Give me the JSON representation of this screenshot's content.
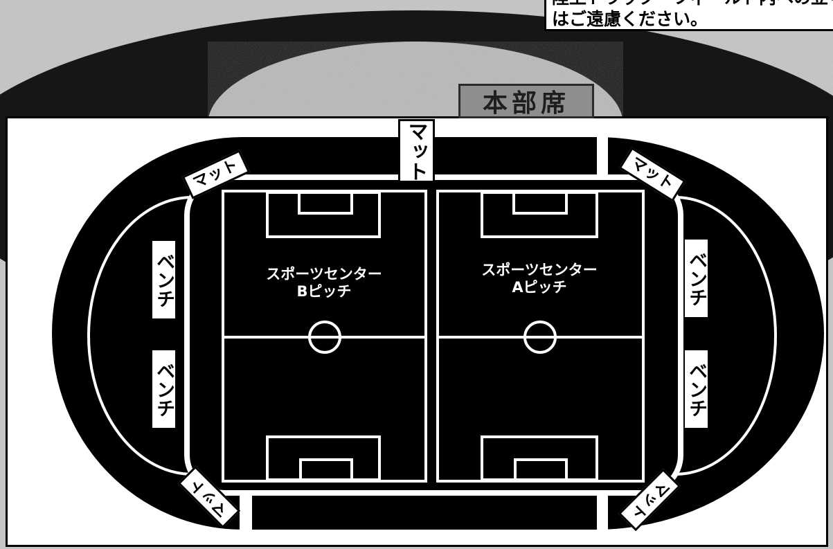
{
  "notice": {
    "line1": "陸上トラック・フィールド内への立ち",
    "line2": "はご遠慮ください。"
  },
  "hq": {
    "label": "本部席"
  },
  "mats": {
    "top": "マット",
    "top_left": "マット",
    "top_right": "マット",
    "bottom_left": "マット",
    "bottom_right": "マット"
  },
  "benches": {
    "left_upper": "ベンチ",
    "left_lower": "ベンチ",
    "right_upper": "ベンチ",
    "right_lower": "ベンチ"
  },
  "pitches": [
    {
      "name": "スポーツセンター",
      "label": "Bピッチ"
    },
    {
      "name": "スポーツセンター",
      "label": "Aピッチ"
    }
  ],
  "colors": {
    "field": "#000000",
    "lines": "#ffffff",
    "backdrop": "#c6c6c6",
    "stand": "#161616",
    "hq_box": "#8e8e8e"
  }
}
